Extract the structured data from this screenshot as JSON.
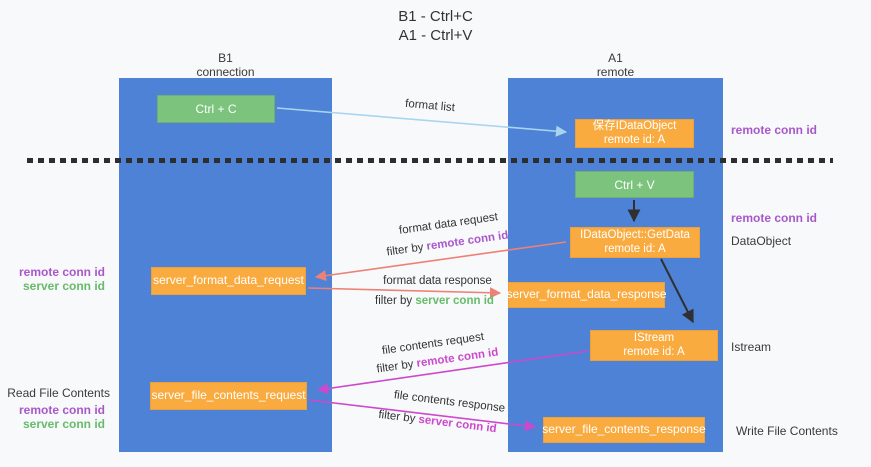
{
  "title": {
    "line1": "B1 - Ctrl+C",
    "line2": "A1 - Ctrl+V"
  },
  "columns": {
    "left": {
      "name": "B1",
      "subtitle": "connection"
    },
    "right": {
      "name": "A1",
      "subtitle": "remote"
    }
  },
  "colors": {
    "column_blue": "#4d82d6",
    "box_green": "#7cc47e",
    "box_orange": "#f9ab40",
    "arrow_lightblue": "#a9d4f1",
    "arrow_salmon": "#ee8176",
    "arrow_magenta": "#cc49cd",
    "arrow_black": "#303030",
    "label_purple": "#a957cb",
    "label_green": "#67bb6b"
  },
  "boxes": {
    "ctrl_c": "Ctrl + C",
    "ctrl_v": "Ctrl + V",
    "save_idataobject": {
      "line1": "保存IDataObject",
      "line2": "remote id: A"
    },
    "getdata": {
      "line1": "IDataObject::GetData",
      "line2": "remote id: A"
    },
    "istream": {
      "line1": "IStream",
      "line2": "remote id: A"
    },
    "format_request": "server_format_data_request",
    "format_response": "server_format_data_response",
    "file_request": "server_file_contents_request",
    "file_response": "server_file_contents_response"
  },
  "arrow_labels": {
    "format_list": "format list",
    "format_data_request": {
      "line1": "format data request",
      "prefix": "filter by ",
      "highlight": "remote conn id"
    },
    "format_data_response": {
      "line1": "format data response",
      "prefix": "filter by ",
      "highlight": "server conn id"
    },
    "file_contents_request": {
      "line1": "file contents request",
      "prefix": "filter by ",
      "highlight": "remote conn id"
    },
    "file_contents_response": {
      "line1": "file contents response",
      "prefix": "filter by ",
      "highlight": "server conn id"
    }
  },
  "side_labels": {
    "right_top": "remote conn id",
    "right_mid": "remote conn id",
    "dataobject": "DataObject",
    "istream": "Istream",
    "write_file": "Write File Contents",
    "left_mid_purple": "remote conn id",
    "left_mid_green": "server conn id",
    "read_file": "Read File Contents",
    "left_bottom_purple": "remote conn id",
    "left_bottom_green": "server conn id"
  }
}
